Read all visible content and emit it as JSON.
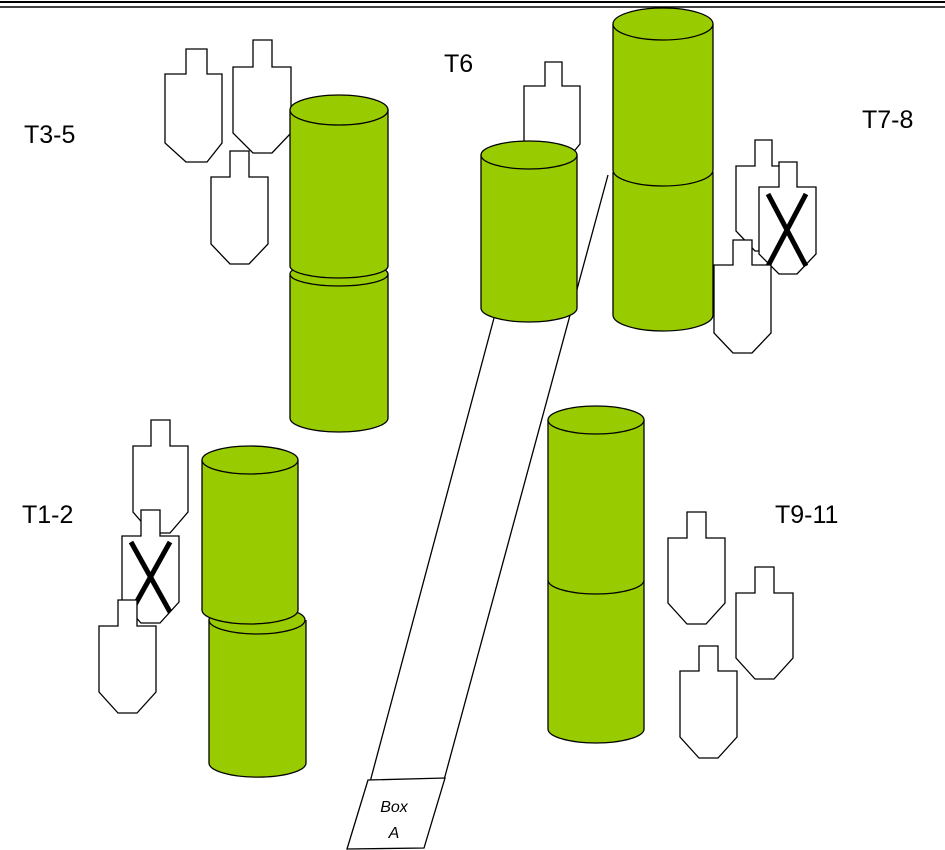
{
  "labels": {
    "t3_5": "T3-5",
    "t6": "T6",
    "t7_8": "T7-8",
    "t1_2": "T1-2",
    "t9_11": "T9-11",
    "box_line1": "Box",
    "box_line2": "A"
  },
  "colors": {
    "barrel_fill": "#99cc00",
    "outline": "#000000",
    "target_fill": "#ffffff",
    "background": "#ffffff"
  },
  "no_shoot_mark": "X"
}
